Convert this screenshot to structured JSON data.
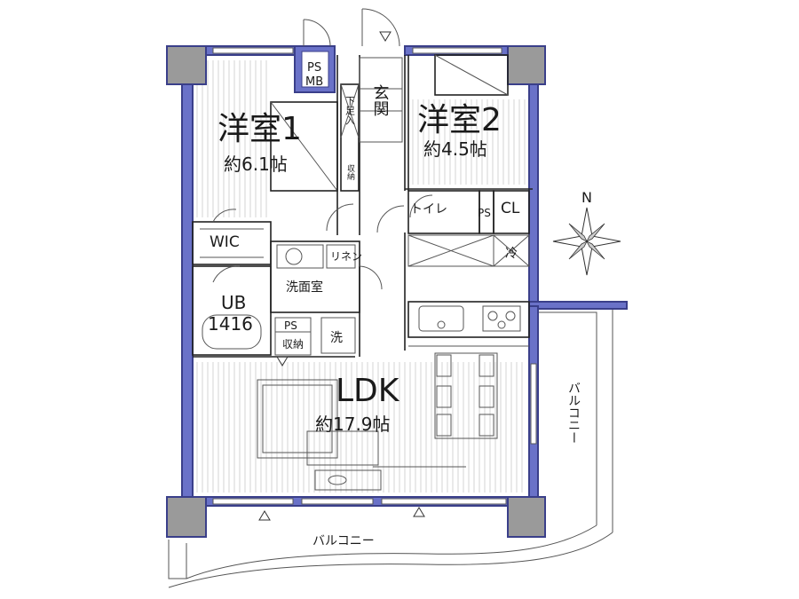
{
  "rooms": {
    "western1": {
      "name": "洋室1",
      "size": "約6.1帖"
    },
    "western2": {
      "name": "洋室2",
      "size": "約4.5帖"
    },
    "ldk": {
      "name": "LDK",
      "size": "約17.9帖"
    },
    "entrance": "玄関",
    "shoe_storage": "下足入",
    "storage_small": "収納",
    "toilet": "トイレ",
    "ps_toilet": "PS",
    "closet": "CL",
    "wic": "WIC",
    "linen": "リネン",
    "washroom": "洗面室",
    "bath": "UB",
    "bath_size": "1416",
    "ps_bath": "PS",
    "storage_bath": "収納",
    "washer": "洗",
    "fridge": "冷",
    "ps_mb_top": "PS",
    "ps_mb_bottom": "MB"
  },
  "balcony": {
    "south": "バルコニー",
    "east": "バルコニー"
  },
  "compass": {
    "north_label": "N"
  },
  "colors": {
    "wall": "#6a72c8",
    "column": "#9a9a9a",
    "line": "#222222",
    "floor_hatch": "#c9c9c9"
  }
}
